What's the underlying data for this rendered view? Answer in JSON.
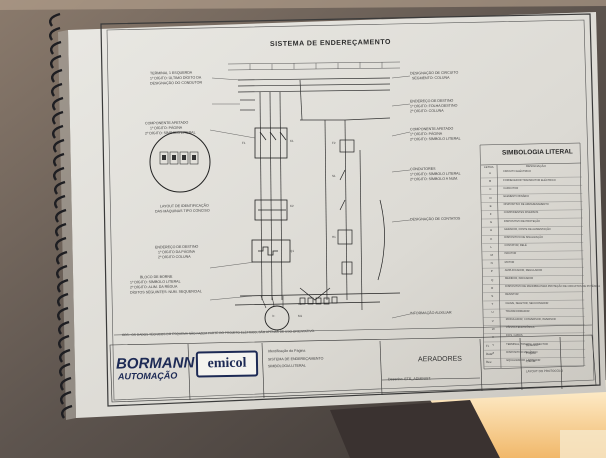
{
  "drawing": {
    "title": "SISTEMA DE ENDEREÇAMENTO",
    "legend_title": "SIMBOLOGIA LITERAL",
    "legend_header": [
      "LETRA",
      "DESIGNAÇÃO"
    ],
    "legend_rows": [
      {
        "letter": "A",
        "text": "CIRCUITO ELÉCTRICO"
      },
      {
        "letter": "B",
        "text": "FORNECEDOR TRANSDUTOR ELÉCTRICO"
      },
      {
        "letter": "C",
        "text": "CAPACITOR"
      },
      {
        "letter": "D",
        "text": "ELEMENTO BINÁRIO"
      },
      {
        "letter": "E",
        "text": "DISPOSITIVO DE ARMAZENAMENTO"
      },
      {
        "letter": "F",
        "text": "COMPONENTES DIVERSOS"
      },
      {
        "letter": "G",
        "text": "DISPOSITIVO DE PROTEÇÃO"
      },
      {
        "letter": "H",
        "text": "GERADOR, FONTE DE ALIMENTAÇÃO"
      },
      {
        "letter": "K",
        "text": "DISPOSITIVO DE SINALIZAÇÃO"
      },
      {
        "letter": "L",
        "text": "CONTATOR, RELÉ"
      },
      {
        "letter": "M",
        "text": "INDUTOR"
      },
      {
        "letter": "N",
        "text": "MOTOR"
      },
      {
        "letter": "P",
        "text": "AMPLIFICADOR, REGULADOR"
      },
      {
        "letter": "Q",
        "text": "MEDIDOR, INDICADOR"
      },
      {
        "letter": "R",
        "text": "DISPOSITIVO DE MANOBRA PARA PROTEÇÃO DE CIRCUITOS DE POTÊNCIA"
      },
      {
        "letter": "S",
        "text": "RESISTOR"
      },
      {
        "letter": "T",
        "text": "CHAVE, SELETOR, SECCIONADOR"
      },
      {
        "letter": "U",
        "text": "TRANSFORMADOR"
      },
      {
        "letter": "V",
        "text": "MODULADOR, CONVERSOR, INVERSOR"
      },
      {
        "letter": "W",
        "text": "VÁLVULA ELETRÔNICA"
      },
      {
        "letter": "X",
        "text": "FIOS, CABOS"
      },
      {
        "letter": "Y",
        "text": "TERMINAL, TOMADA, CONECTOR"
      },
      {
        "letter": "Z",
        "text": "DISPOSITIVO MECÂNICO"
      },
      {
        "letter": "",
        "text": "EQUALIZADOR, LIMITADOR"
      }
    ],
    "left_notes": [
      "TERMINAL 1 ESQUERDA",
      "1º DÍGITO: ÚLTIMO DÍGITO DA",
      "DESIGNAÇÃO DO CONDUTOR",
      "COMPONENTE AFETADO",
      "1º DÍGITO: PÁGINA",
      "2º DÍGITO: SÍMBOLO LITERAL",
      "LAYOUT DE IDENTIFICAÇÃO",
      "DAS MÁQUINAS TIPO CONCISO",
      "ENDEREÇO DE DESTINO",
      "1º DÍGITO DA PÁGINA",
      "2º DÍGITO COLUNA",
      "BLOCO DE BORNE",
      "1º DÍGITO: SÍMBOLO LITERAL",
      "2º DÍGITO: ALIM. DA RÉGUA",
      "DÍGITOS SEGUINTES: NUM. SEQUENCIAL"
    ],
    "right_notes": [
      "DESIGNAÇÃO DE CIRCUITO",
      "SEGMENTO: COLUNA",
      "ENDEREÇO DE DESTINO",
      "1º DÍGITO: FOLHA DESTINO",
      "2º DÍGITO: COLUNA",
      "COMPONENTE AFETADO",
      "1º DÍGITO: PÁGINA",
      "2º DÍGITO: SÍMBOLO LITERAL",
      "CONDUTORES",
      "1º DÍGITO: SÍMBOLO LITERAL",
      "2º DÍGITO: SÍMBOLO A NUM.",
      "DESIGNAÇÃO DE CONTATOS",
      "INFORMAÇÃO AUXILIAR"
    ],
    "component_labels": [
      "F1",
      "K1",
      "K2",
      "Q1",
      "M1",
      "X1",
      "3~",
      "F2",
      "S1",
      "H1"
    ],
    "footer_note": "OBS.: OS DADOS TÉCNICOS DO ESQUEMA NÃO FAZEM PARTE DO PROJETO ELÉTRICO, SÃO APENAS DE USO ORIENTATIVO."
  },
  "title_block": {
    "brand_line1": "BORMANN",
    "brand_line2": "AUTOMAÇÃO",
    "logo_text": "emicol",
    "desc_lines": [
      "Identificação da Página",
      "SISTEMA DE ENDEREÇAMENTO",
      "SIMBOLOGIA LITERAL"
    ],
    "project_label": "AERADORES",
    "left_field": "Desenho: ETE_ADMINIST.",
    "right_fields": [
      "Fl.",
      "Data",
      "Rev.",
      "Desenho:",
      "Projeto:",
      "Cliente:",
      "LAYOUT DO PROTOCOLO"
    ]
  }
}
